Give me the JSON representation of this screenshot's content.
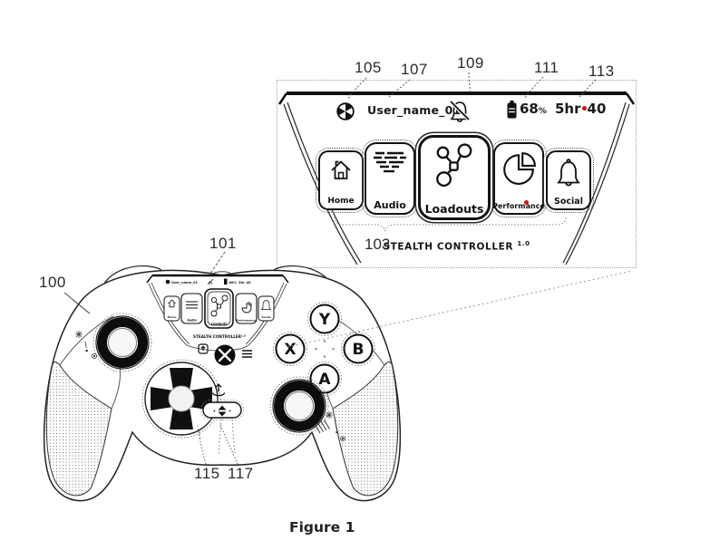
{
  "figure_caption": "Figure 1",
  "ref_labels": {
    "n100": "100",
    "n101": "101",
    "n103": "103",
    "n105": "105",
    "n107": "107",
    "n109": "109",
    "n111": "111",
    "n113": "113",
    "n115": "115",
    "n117": "117"
  },
  "screen": {
    "status": {
      "username": "User_name_01",
      "battery_percent": "68",
      "percent_symbol": "%",
      "time_hours": "5hr",
      "time_minutes": "40",
      "icons": [
        "avatar-icon",
        "notifications-muted-bell-icon",
        "battery-icon"
      ]
    },
    "menu": [
      {
        "label": "Home",
        "icon": "home-icon",
        "selected": false
      },
      {
        "label": "Audio",
        "icon": "audio-equalizer-icon",
        "selected": false
      },
      {
        "label": "Loadouts",
        "icon": "loadouts-molecule-icon",
        "selected": true
      },
      {
        "label": "Performance",
        "icon": "performance-pie-chart-icon",
        "selected": false,
        "notification_dot": true
      },
      {
        "label": "Social",
        "icon": "social-bell-icon",
        "selected": false
      }
    ],
    "brand": "STEALTH CONTROLLER",
    "brand_version": "1.0"
  },
  "controller": {
    "face_buttons": {
      "y": "Y",
      "x": "X",
      "b": "B",
      "a": "A"
    }
  },
  "colors": {
    "ink": "#1a1a1a",
    "accent_red": "#cc1111",
    "label_gray": "#2b2b2b"
  }
}
